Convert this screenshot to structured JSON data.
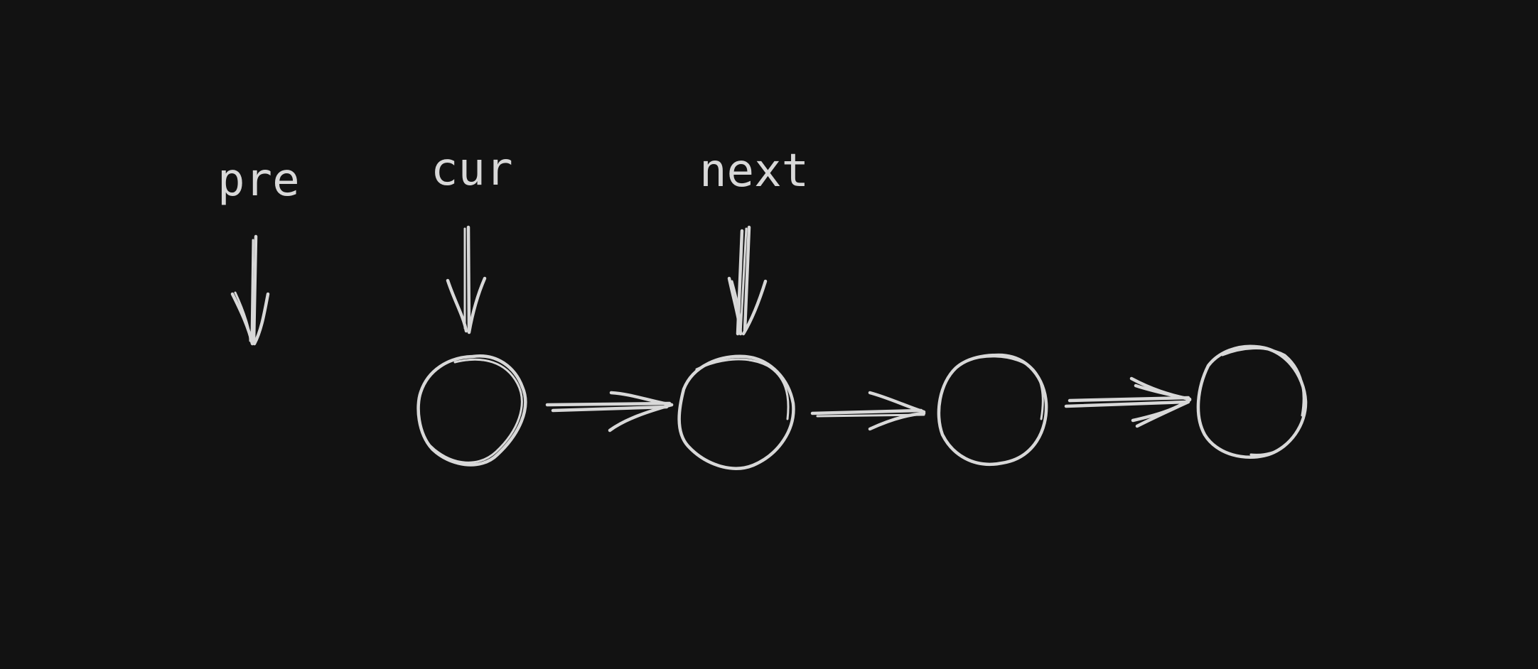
{
  "diagram": {
    "pointers": [
      {
        "id": "pre",
        "label": "pre"
      },
      {
        "id": "cur",
        "label": "cur"
      },
      {
        "id": "next",
        "label": "next"
      }
    ],
    "nodes": [
      {
        "id": "node-1"
      },
      {
        "id": "node-2"
      },
      {
        "id": "node-3"
      },
      {
        "id": "node-4"
      }
    ],
    "edges": [
      {
        "from": "node-1",
        "to": "node-2"
      },
      {
        "from": "node-2",
        "to": "node-3"
      },
      {
        "from": "node-3",
        "to": "node-4"
      }
    ],
    "colors": {
      "background": "#121212",
      "ink": "#d8d8d8"
    }
  }
}
